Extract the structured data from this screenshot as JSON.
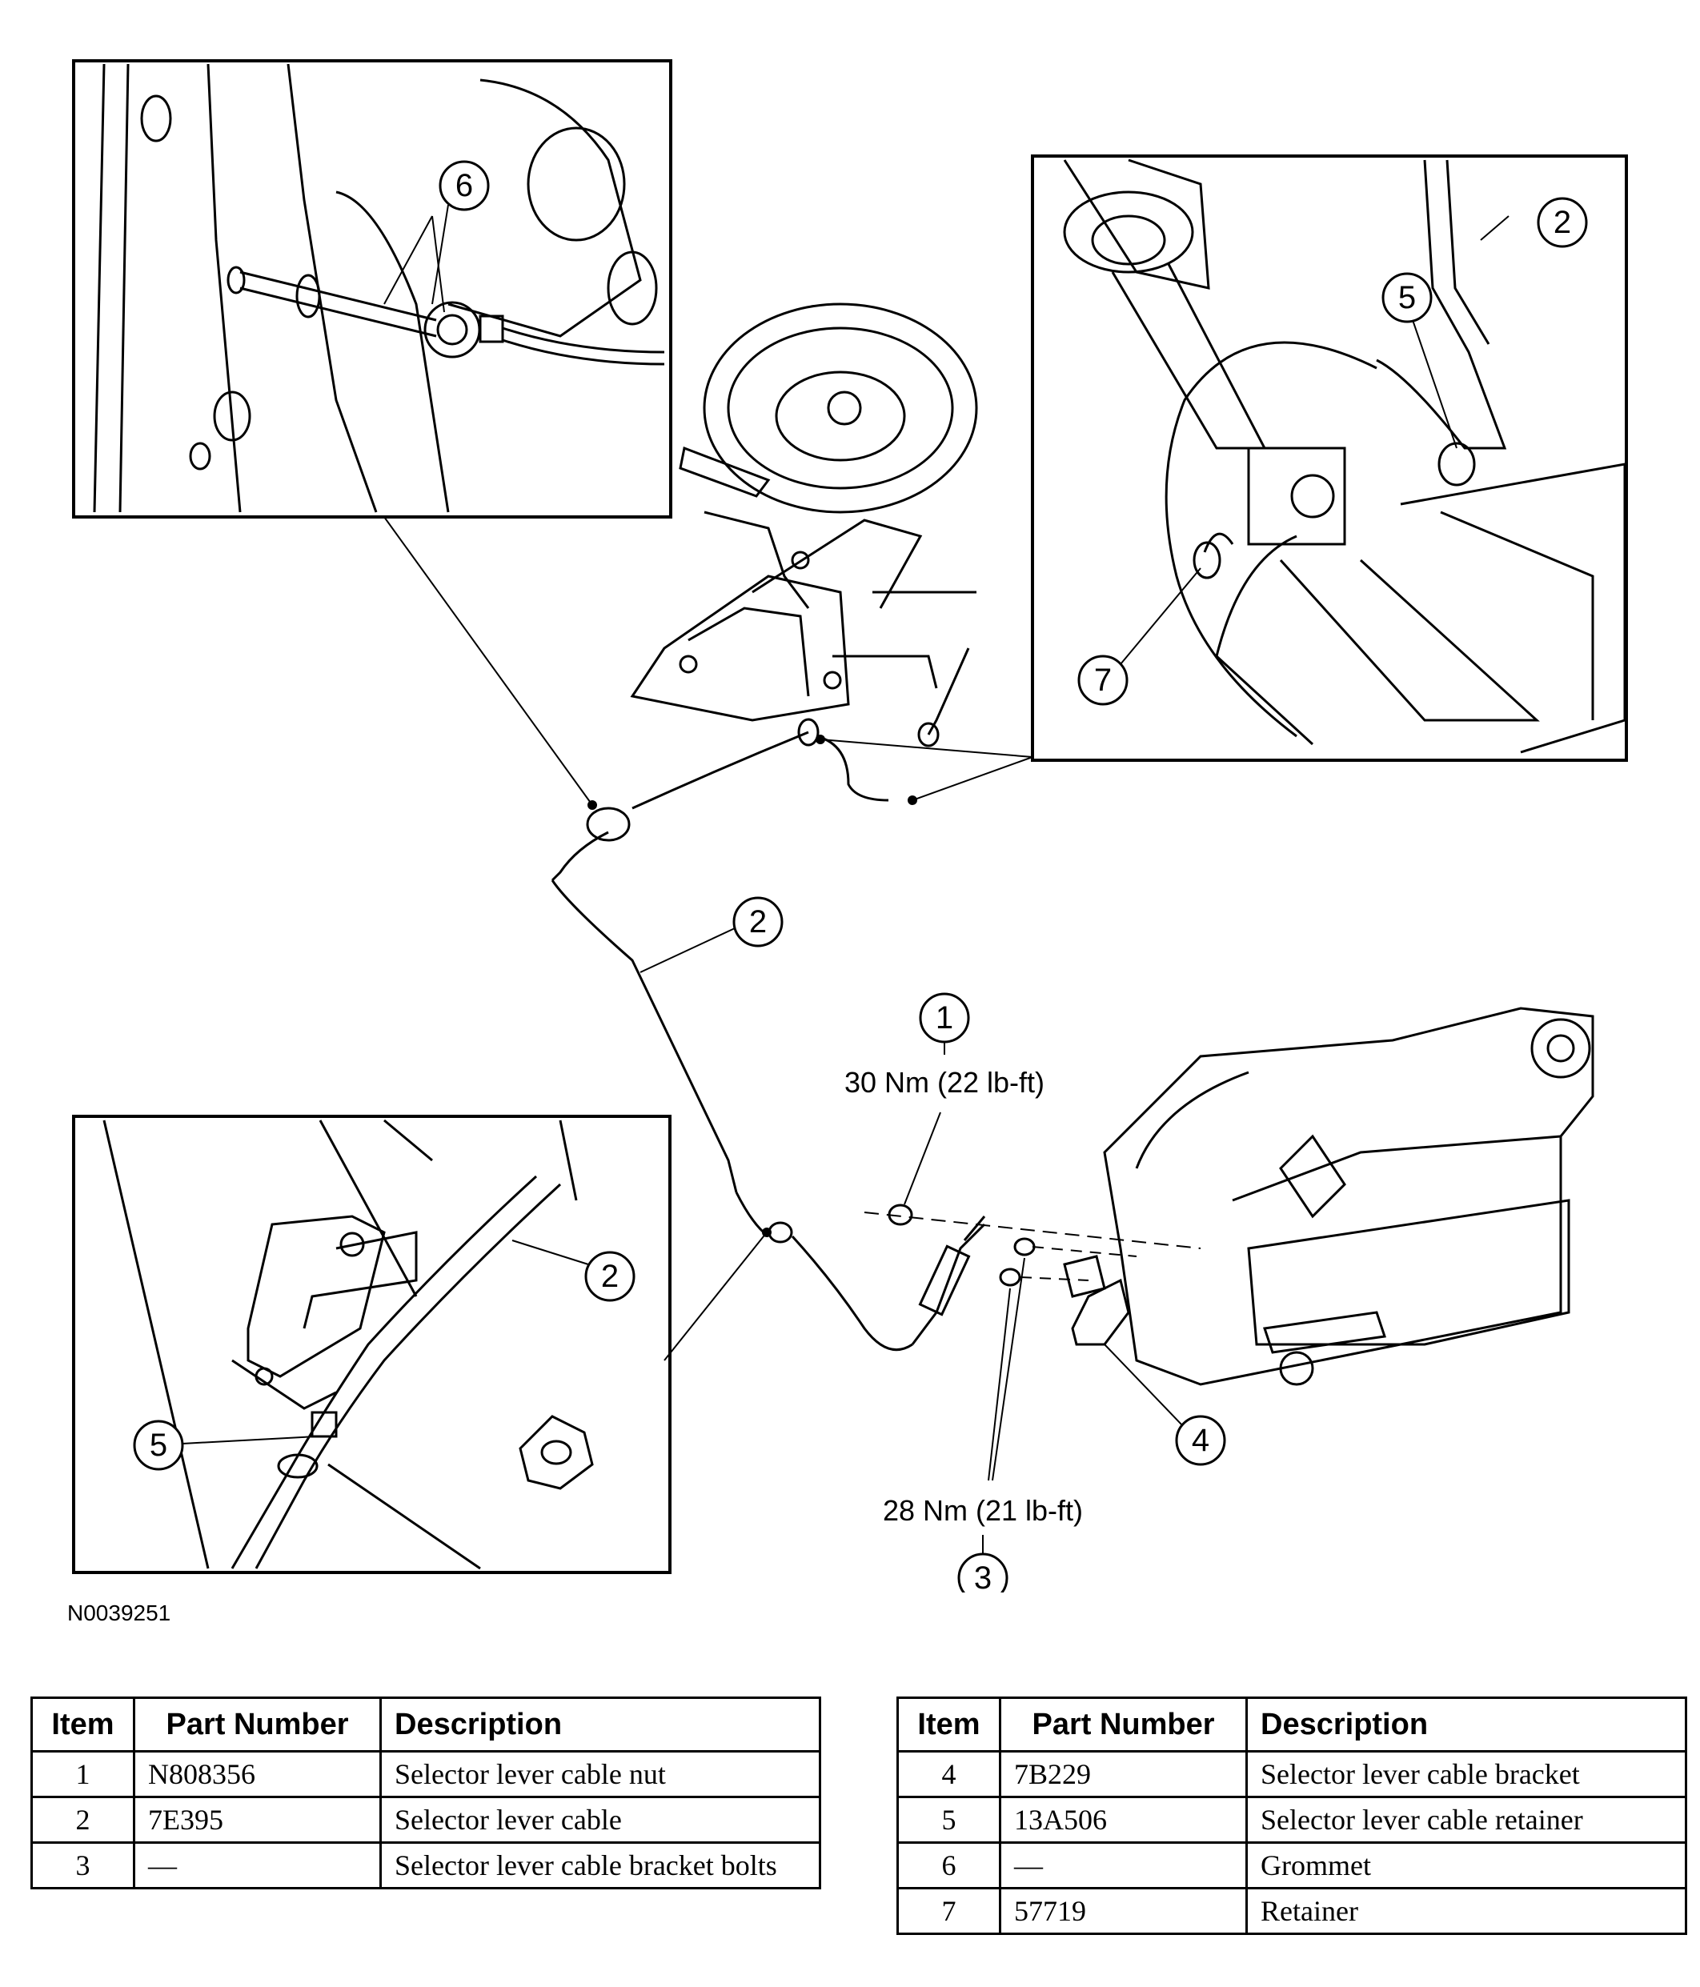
{
  "figure_id": "N0039251",
  "callouts": {
    "detail_tl_6": "6",
    "detail_tr_2": "2",
    "detail_tr_5": "5",
    "detail_tr_7": "7",
    "main_2": "2",
    "main_1": "1",
    "main_4": "4",
    "main_3": "3",
    "detail_bl_2": "2",
    "detail_bl_5": "5"
  },
  "torque": {
    "item1": "30 Nm (22 lb-ft)",
    "item3": "28 Nm (21 lb-ft)"
  },
  "table_headers": {
    "item": "Item",
    "part_number": "Part Number",
    "description": "Description"
  },
  "parts_left": [
    {
      "item": "1",
      "part_number": "N808356",
      "description": "Selector lever cable nut"
    },
    {
      "item": "2",
      "part_number": "7E395",
      "description": "Selector lever cable"
    },
    {
      "item": "3",
      "part_number": "—",
      "description": "Selector lever cable bracket bolts"
    }
  ],
  "parts_right": [
    {
      "item": "4",
      "part_number": "7B229",
      "description": "Selector lever cable bracket"
    },
    {
      "item": "5",
      "part_number": "13A506",
      "description": "Selector lever cable retainer"
    },
    {
      "item": "6",
      "part_number": "—",
      "description": "Grommet"
    },
    {
      "item": "7",
      "part_number": "57719",
      "description": "Retainer"
    }
  ]
}
